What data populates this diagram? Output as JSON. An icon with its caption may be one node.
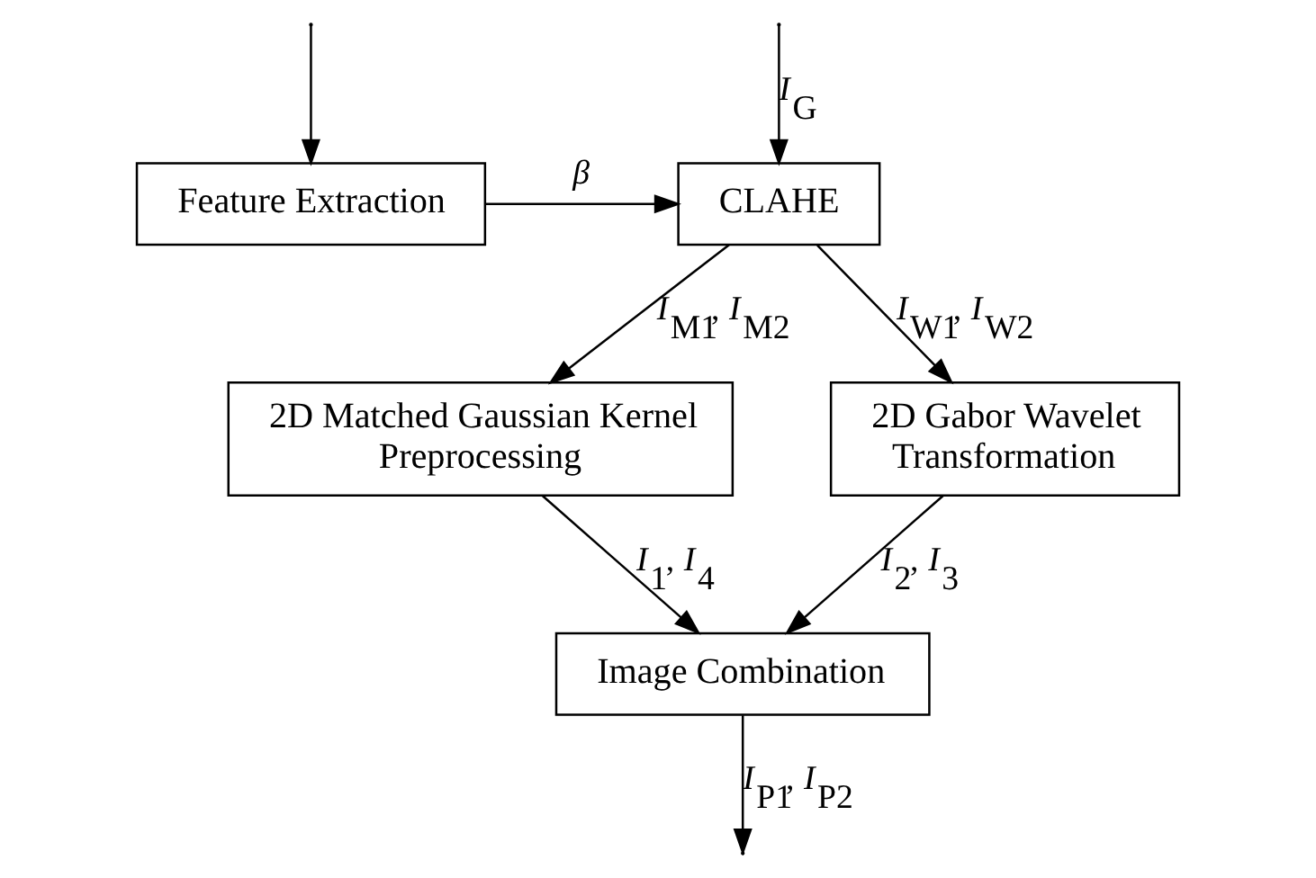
{
  "diagram": {
    "nodes": [
      {
        "text": [
          "Feature Extraction"
        ]
      },
      {
        "text": [
          "CLAHE"
        ]
      },
      {
        "text": [
          "2D Matched Gaussian Kernel Preprocessing"
        ]
      },
      {
        "text": [
          "2D Gabor Wavelet Transformation"
        ]
      },
      {
        "text": [
          "Image Combination"
        ]
      }
    ],
    "edges": [
      {
        "from": null,
        "to": 1,
        "arrow": "to",
        "label": "*I*$_{G}$"
      },
      {
        "from": null,
        "to": 0,
        "arrow": "to"
      },
      {
        "from": 0,
        "to": 1,
        "arrow": "to",
        "label": "*β*"
      },
      {
        "from": 1,
        "to": 2,
        "arrow": "to",
        "label": "*I*$_{M1}$, *I*$_{M2}$"
      },
      {
        "from": 1,
        "to": 3,
        "arrow": "to",
        "label": "*I*$_{W1}$, *I*$_{W2}$"
      },
      {
        "from": 2,
        "to": 4,
        "arrow": "to",
        "label": "*I*$_{1}$, *I*$_{4}$"
      },
      {
        "from": 3,
        "to": 4,
        "arrow": "to",
        "label": "*I*$_{2}$, *I*$_{3}$"
      },
      {
        "from": 4,
        "to": null,
        "arrow": "to",
        "label": "*I*$_{P1}$, *I*$_{P2}$"
      }
    ]
  }
}
